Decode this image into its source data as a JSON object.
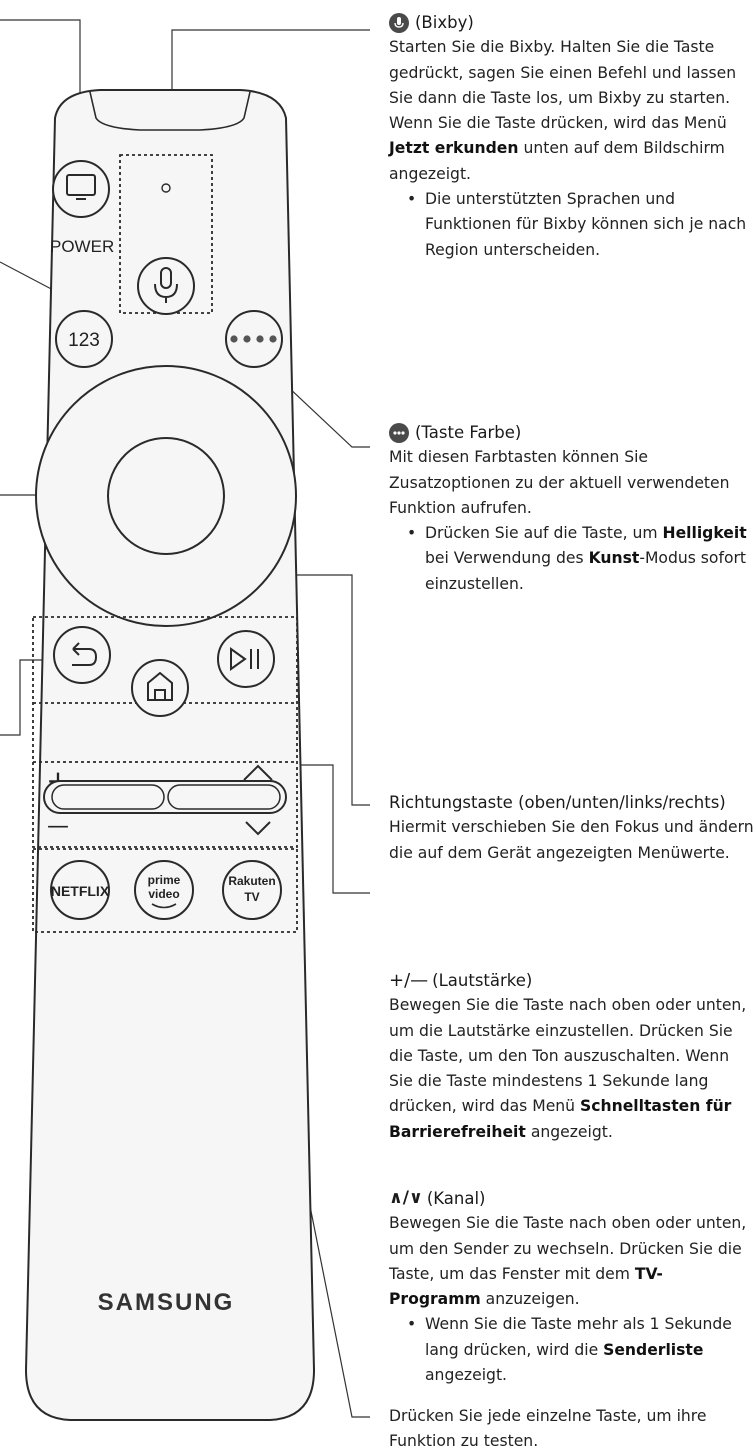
{
  "remote": {
    "power_label": "POWER",
    "num_label": "123",
    "brand": "SAMSUNG",
    "netflix": "NETFLIX",
    "prime_line1": "prime",
    "prime_line2": "video",
    "rakuten_line1": "Rakuten",
    "rakuten_line2": "TV",
    "plus": "+",
    "minus": "—"
  },
  "bixby": {
    "title": "(Bixby)",
    "text1": "Starten Sie die Bixby. Halten Sie die Taste gedrückt, sagen Sie einen Befehl und lassen Sie dann die Taste los, um Bixby zu starten.",
    "text2_pre": "Wenn Sie die Taste drücken, wird das Menü ",
    "text2_bold": "Jetzt erkunden",
    "text2_post": " unten auf dem Bildschirm angezeigt.",
    "bullet": "Die unterstützten Sprachen und Funktionen für Bixby können sich je nach Region unterscheiden."
  },
  "color_key": {
    "title": "(Taste Farbe)",
    "text": "Mit diesen Farbtasten können Sie Zusatzoptionen zu der aktuell verwendeten Funktion aufrufen.",
    "bullet_pre": "Drücken Sie auf die Taste, um ",
    "bullet_bold1": "Helligkeit",
    "bullet_mid": " bei Verwendung des ",
    "bullet_bold2": "Kunst",
    "bullet_post": "-Modus sofort einzustellen."
  },
  "direction": {
    "title": "Richtungstaste (oben/unten/links/rechts)",
    "text": "Hiermit verschieben Sie den Fokus und ändern die auf dem Gerät angezeigten Menüwerte."
  },
  "volume": {
    "title": "(Lautstärke)",
    "title_symbols": "+/—",
    "text_pre": "Bewegen Sie die Taste nach oben oder unten, um die Lautstärke einzustellen. Drücken Sie die Taste, um den Ton auszuschalten. Wenn Sie die Taste mindestens 1 Sekunde lang drücken, wird das Menü ",
    "text_bold": "Schnelltasten für Barrierefreiheit",
    "text_post": " angezeigt."
  },
  "channel": {
    "title": "(Kanal)",
    "title_symbols": "∧/∨",
    "text_pre": "Bewegen Sie die Taste nach oben oder unten, um den Sender zu wechseln. Drücken Sie die Taste, um das Fenster mit dem ",
    "text_bold": "TV-Programm",
    "text_post": " anzuzeigen.",
    "bullet_pre": "Wenn Sie die Taste mehr als 1 Sekunde lang drücken, wird die ",
    "bullet_bold": "Senderliste",
    "bullet_post": " angezeigt."
  },
  "app_keys": {
    "text": "Drücken Sie jede einzelne Taste, um ihre Funktion zu testen."
  }
}
